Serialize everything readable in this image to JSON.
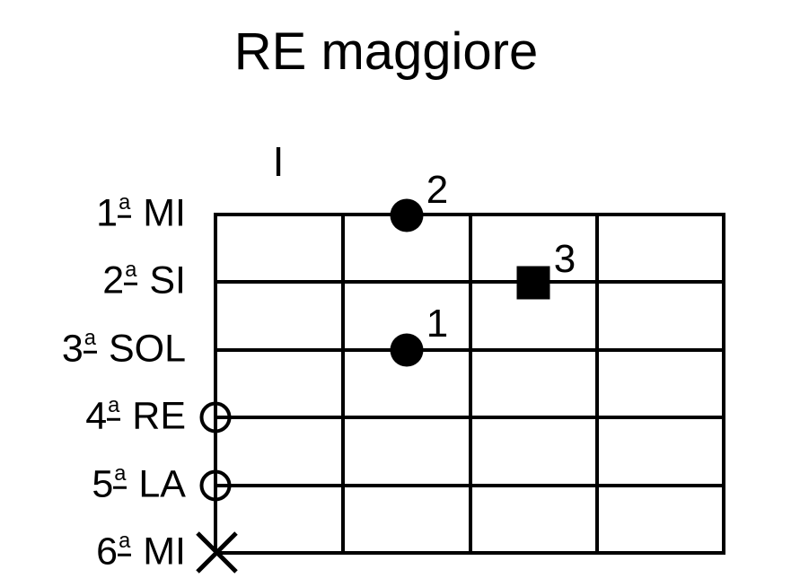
{
  "title": "RE maggiore",
  "position_label": "I",
  "colors": {
    "ink": "#000000",
    "background": "#ffffff"
  },
  "fretboard": {
    "strings_count": 6,
    "frets_shown": 4,
    "position": "I"
  },
  "strings": [
    {
      "number": "1",
      "ordinal": "a",
      "note": "MI",
      "marker": "filled-dot",
      "fret": 2,
      "finger": "2"
    },
    {
      "number": "2",
      "ordinal": "a",
      "note": "SI",
      "marker": "filled-square",
      "fret": 3,
      "finger": "3"
    },
    {
      "number": "3",
      "ordinal": "a",
      "note": "SOL",
      "marker": "filled-dot",
      "fret": 2,
      "finger": "1"
    },
    {
      "number": "4",
      "ordinal": "a",
      "note": "RE",
      "marker": "open-circle"
    },
    {
      "number": "5",
      "ordinal": "a",
      "note": "LA",
      "marker": "open-circle"
    },
    {
      "number": "6",
      "ordinal": "a",
      "note": "MI",
      "marker": "muted-x"
    }
  ]
}
